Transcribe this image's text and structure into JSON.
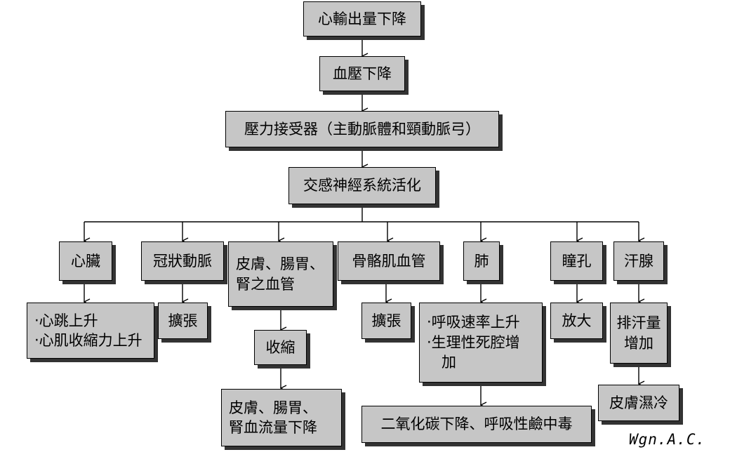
{
  "chain": {
    "cardiac_output_drop": "心輸出量下降",
    "blood_pressure_drop": "血壓下降",
    "baroreceptors": "壓力接受器（主動脈體和頸動脈弓）",
    "sympathetic_activation": "交感神經系統活化"
  },
  "targets": {
    "heart": {
      "label": "心臟",
      "effects": [
        "‧心跳上升",
        "‧心肌收縮力上升"
      ]
    },
    "coronary": {
      "label": "冠狀動脈",
      "effect": "擴張"
    },
    "skin_gut_kidney": {
      "label_lines": [
        "皮膚、腸胃、",
        "腎之血管"
      ],
      "step": "收縮",
      "result_lines": [
        "皮膚、腸胃、",
        "腎血流量下降"
      ]
    },
    "skeletal": {
      "label": "骨骼肌血管",
      "effect": "擴張"
    },
    "lung": {
      "label": "肺",
      "effects": [
        "‧呼吸速率上升",
        "‧生理性死腔增",
        "　加"
      ],
      "result": "二氧化碳下降、呼吸性鹼中毒"
    },
    "pupil": {
      "label": "瞳孔",
      "effect": "放大"
    },
    "sweat": {
      "label": "汗腺",
      "effect_lines": [
        "排汗量",
        "增加"
      ],
      "result": "皮膚濕冷"
    }
  },
  "signature": "Wgn.A.C."
}
